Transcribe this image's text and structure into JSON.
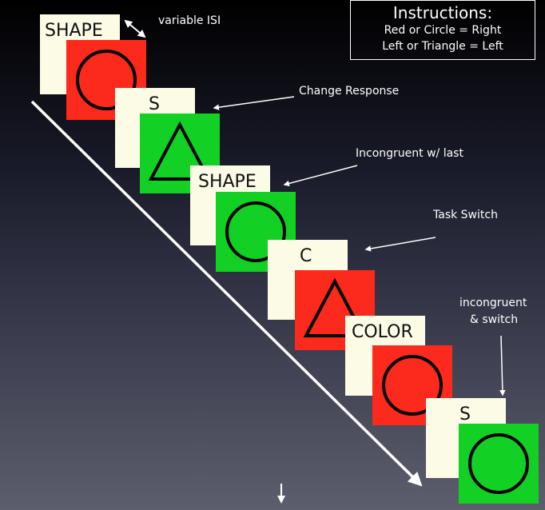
{
  "instructions": {
    "title": "Instructions:",
    "line1": "Red or Circle = Right",
    "line2": "Left or Triangle = Left"
  },
  "colors": {
    "red": "#fb2a1c",
    "green": "#13d024",
    "card": "#fbfbe6"
  },
  "trials": [
    {
      "cue": "SHAPE",
      "stimulus_shape": "circle",
      "stimulus_color": "red"
    },
    {
      "cue": "S",
      "stimulus_shape": "triangle",
      "stimulus_color": "green"
    },
    {
      "cue": "SHAPE",
      "stimulus_shape": "circle",
      "stimulus_color": "green"
    },
    {
      "cue": "C",
      "stimulus_shape": "triangle",
      "stimulus_color": "red"
    },
    {
      "cue": "COLOR",
      "stimulus_shape": "circle",
      "stimulus_color": "red"
    },
    {
      "cue": "S",
      "stimulus_shape": "circle",
      "stimulus_color": "green"
    }
  ],
  "annotations": {
    "isi": "variable ISI",
    "change_response": "Change Response",
    "incongruent_last": "Incongruent w/ last",
    "task_switch": "Task Switch",
    "incongruent_switch_line1": "incongruent",
    "incongruent_switch_line2": "& switch"
  }
}
